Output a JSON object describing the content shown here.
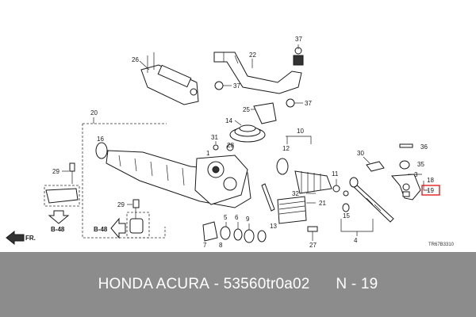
{
  "diagram": {
    "labels": {
      "l26": "26",
      "l22": "22",
      "l37a": "37",
      "l37b": "37",
      "l37c": "37",
      "l25": "25",
      "l20": "20",
      "l14": "14",
      "l10": "10",
      "l16": "16",
      "l31": "31",
      "l28": "28",
      "l12": "12",
      "l30": "30",
      "l36": "36",
      "l35": "35",
      "l3": "3",
      "l18": "18",
      "l19": "19",
      "l29a": "29",
      "l11": "11",
      "l32": "32",
      "l21": "21",
      "l29b": "29",
      "l5": "5",
      "l6": "6",
      "l9": "9",
      "l15": "15",
      "l4": "4",
      "l13": "13",
      "l7": "7",
      "l8": "8",
      "l27": "27",
      "l1": "1"
    },
    "refs": {
      "b48a": "B-48",
      "b48b": "B-48",
      "fr": "FR."
    },
    "code": "TR67B3310"
  },
  "caption": {
    "brand": "HONDA ACURA",
    "sep": " - ",
    "part_number": "53560tr0a02",
    "gap": "      ",
    "ref": "N - 19"
  }
}
